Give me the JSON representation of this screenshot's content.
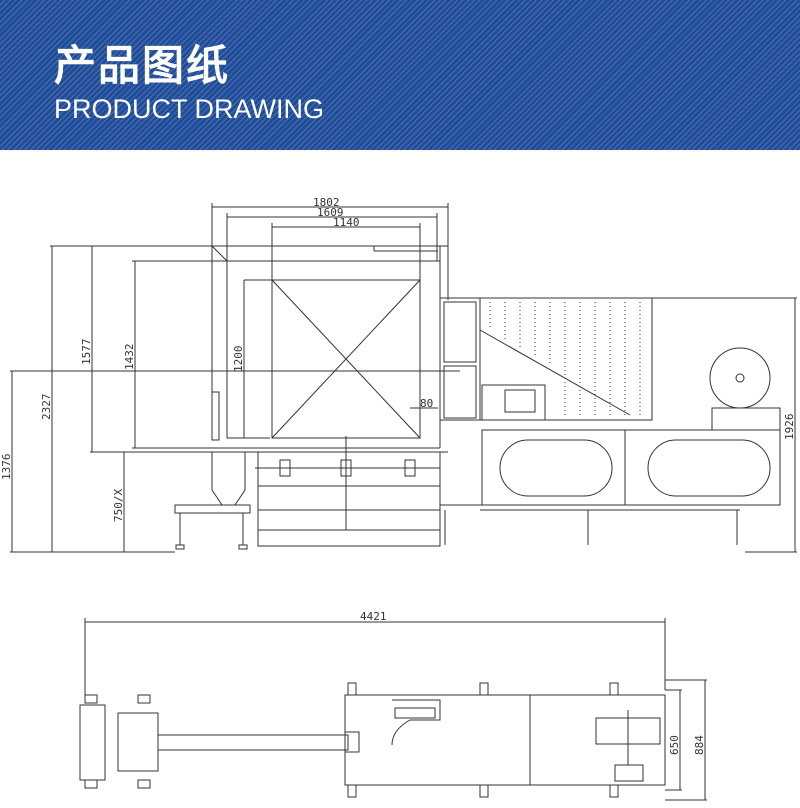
{
  "header": {
    "title_cn": "产品图纸",
    "title_en": "PRODUCT DRAWING",
    "background_color": "#1b4e9b"
  },
  "drawing": {
    "front_view": {
      "widths": {
        "overall": "1802",
        "inner": "1609",
        "box": "1140",
        "gap": "80"
      },
      "heights": {
        "total": "2327",
        "frame": "1577",
        "inner": "1432",
        "box": "1200",
        "mid": "1376",
        "table": "750/X",
        "right_machine": "1926"
      }
    },
    "top_view": {
      "length": "4421",
      "width_inner": "650",
      "width_overall": "884"
    }
  }
}
